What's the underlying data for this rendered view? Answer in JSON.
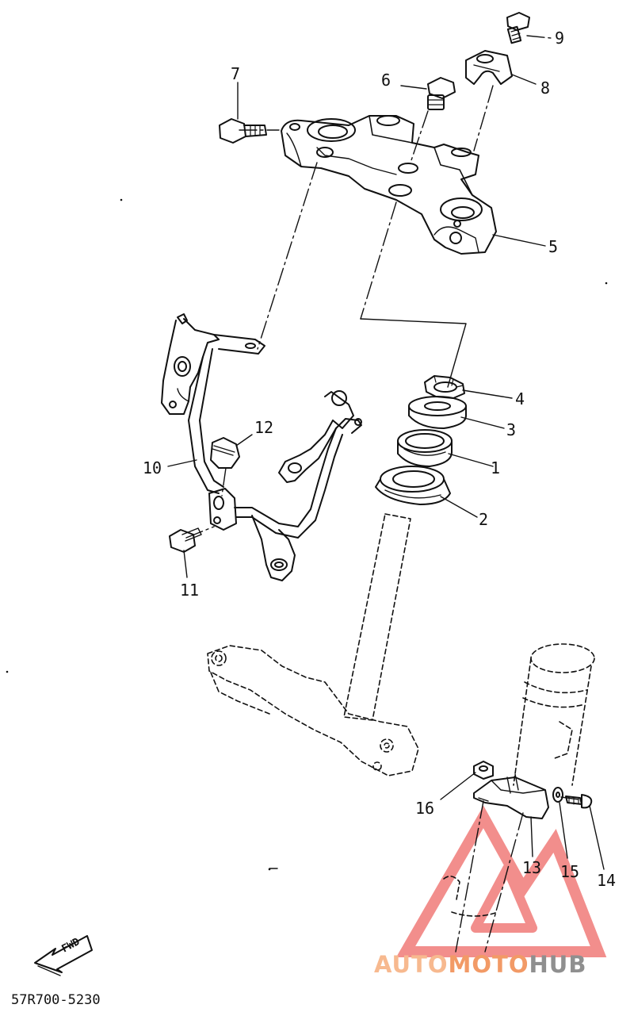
{
  "callouts": [
    {
      "id": "1",
      "label": "1"
    },
    {
      "id": "2",
      "label": "2"
    },
    {
      "id": "3",
      "label": "3"
    },
    {
      "id": "4",
      "label": "4"
    },
    {
      "id": "5",
      "label": "5"
    },
    {
      "id": "6",
      "label": "6"
    },
    {
      "id": "7",
      "label": "7"
    },
    {
      "id": "8",
      "label": "8"
    },
    {
      "id": "9",
      "label": "9"
    },
    {
      "id": "10",
      "label": "10"
    },
    {
      "id": "11",
      "label": "11"
    },
    {
      "id": "12",
      "label": "12"
    },
    {
      "id": "13",
      "label": "13"
    },
    {
      "id": "14",
      "label": "14"
    },
    {
      "id": "15",
      "label": "15"
    },
    {
      "id": "16",
      "label": "16"
    }
  ],
  "fwd_label": "FWD",
  "part_code": "57R700-5230",
  "watermark": {
    "part1": "AUTO",
    "part2": "MOTO",
    "part3": "HUB",
    "color_main": "#f7b98f",
    "color_accent": "#f29a66",
    "color_hub": "#8f8f8f",
    "triangle_color": "#f07b78"
  },
  "colors": {
    "line": "#111111",
    "background": "#ffffff"
  }
}
